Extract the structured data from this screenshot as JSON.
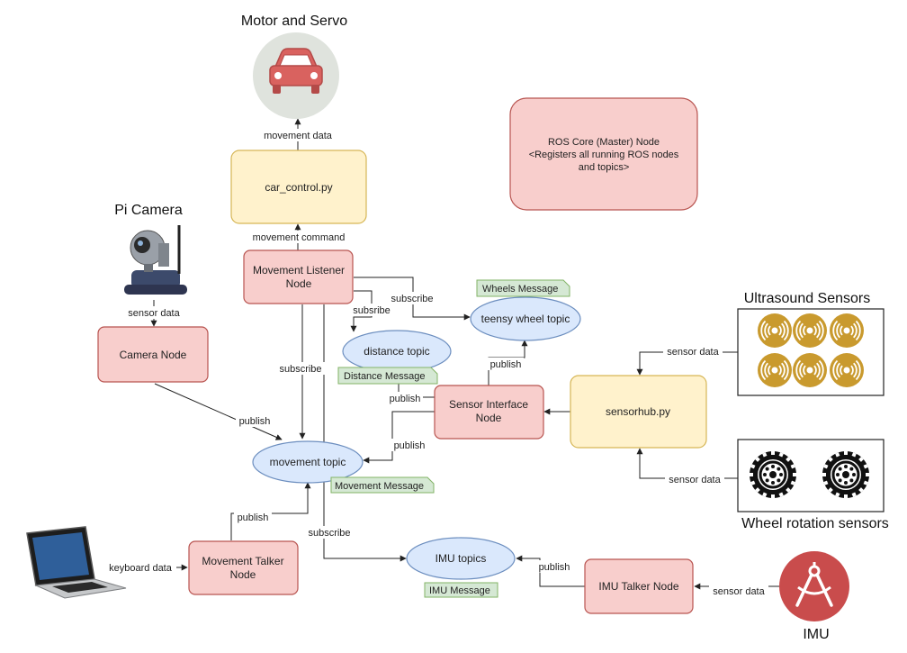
{
  "titles": {
    "motor": "Motor and Servo",
    "camera": "Pi Camera",
    "ultrasound": "Ultrasound Sensors",
    "wheel_sensors": "Wheel rotation sensors",
    "imu": "IMU"
  },
  "nodes": {
    "car_control": "car_control.py",
    "ros_core": [
      "ROS Core (Master) Node",
      "<Registers all running ROS nodes",
      "and topics>"
    ],
    "movement_listener": [
      "Movement Listener",
      "Node"
    ],
    "camera_node": "Camera Node",
    "sensor_interface": [
      "Sensor Interface",
      "Node"
    ],
    "sensorhub": "sensorhub.py",
    "movement_talker": [
      "Movement Talker",
      "Node"
    ],
    "imu_talker": "IMU Talker Node"
  },
  "topics": {
    "distance": "distance topic",
    "teensy": "teensy wheel topic",
    "movement": "movement topic",
    "imu": "IMU topics"
  },
  "messages": {
    "wheels": "Wheels Message",
    "distance": "Distance Message",
    "movement": "Movement Message",
    "imu": "IMU Message"
  },
  "edge_labels": {
    "movement_data": "movement data",
    "movement_command": "movement command",
    "sensor_data_camera": "sensor data",
    "subscribe_wheel": "subscribe",
    "subsribe_distance": "subsribe",
    "subscribe_movement": "subscribe",
    "publish_camera": "publish",
    "publish_distance": "publish",
    "publish_teensy": "publish",
    "publish_movement_from_sensor": "publish",
    "sensor_data_ultrasound": "sensor data",
    "sensor_data_wheels": "sensor data",
    "publish_talker": "publish",
    "subscribe_imu": "subscribe",
    "keyboard_data": "keyboard data",
    "publish_imu": "publish",
    "sensor_data_imu": "sensor data"
  },
  "colors": {
    "node_fill": "#f8cecc",
    "node_stroke": "#b85450",
    "script_fill": "#fff2cc",
    "script_stroke": "#d6b656",
    "topic_fill": "#dae8fc",
    "topic_stroke": "#6c8ebf",
    "message_fill": "#d5e8d4",
    "message_stroke": "#82b366",
    "car_icon": "#e06666",
    "ultrasound_icon": "#c99a2e",
    "imu_icon": "#c94c4c"
  },
  "icons": {
    "motor": "car-icon",
    "camera": "camera-icon",
    "ultrasound": "ultrasound-sensor-icon",
    "wheel": "wheel-icon",
    "imu": "compass-icon",
    "laptop": "laptop-icon"
  }
}
